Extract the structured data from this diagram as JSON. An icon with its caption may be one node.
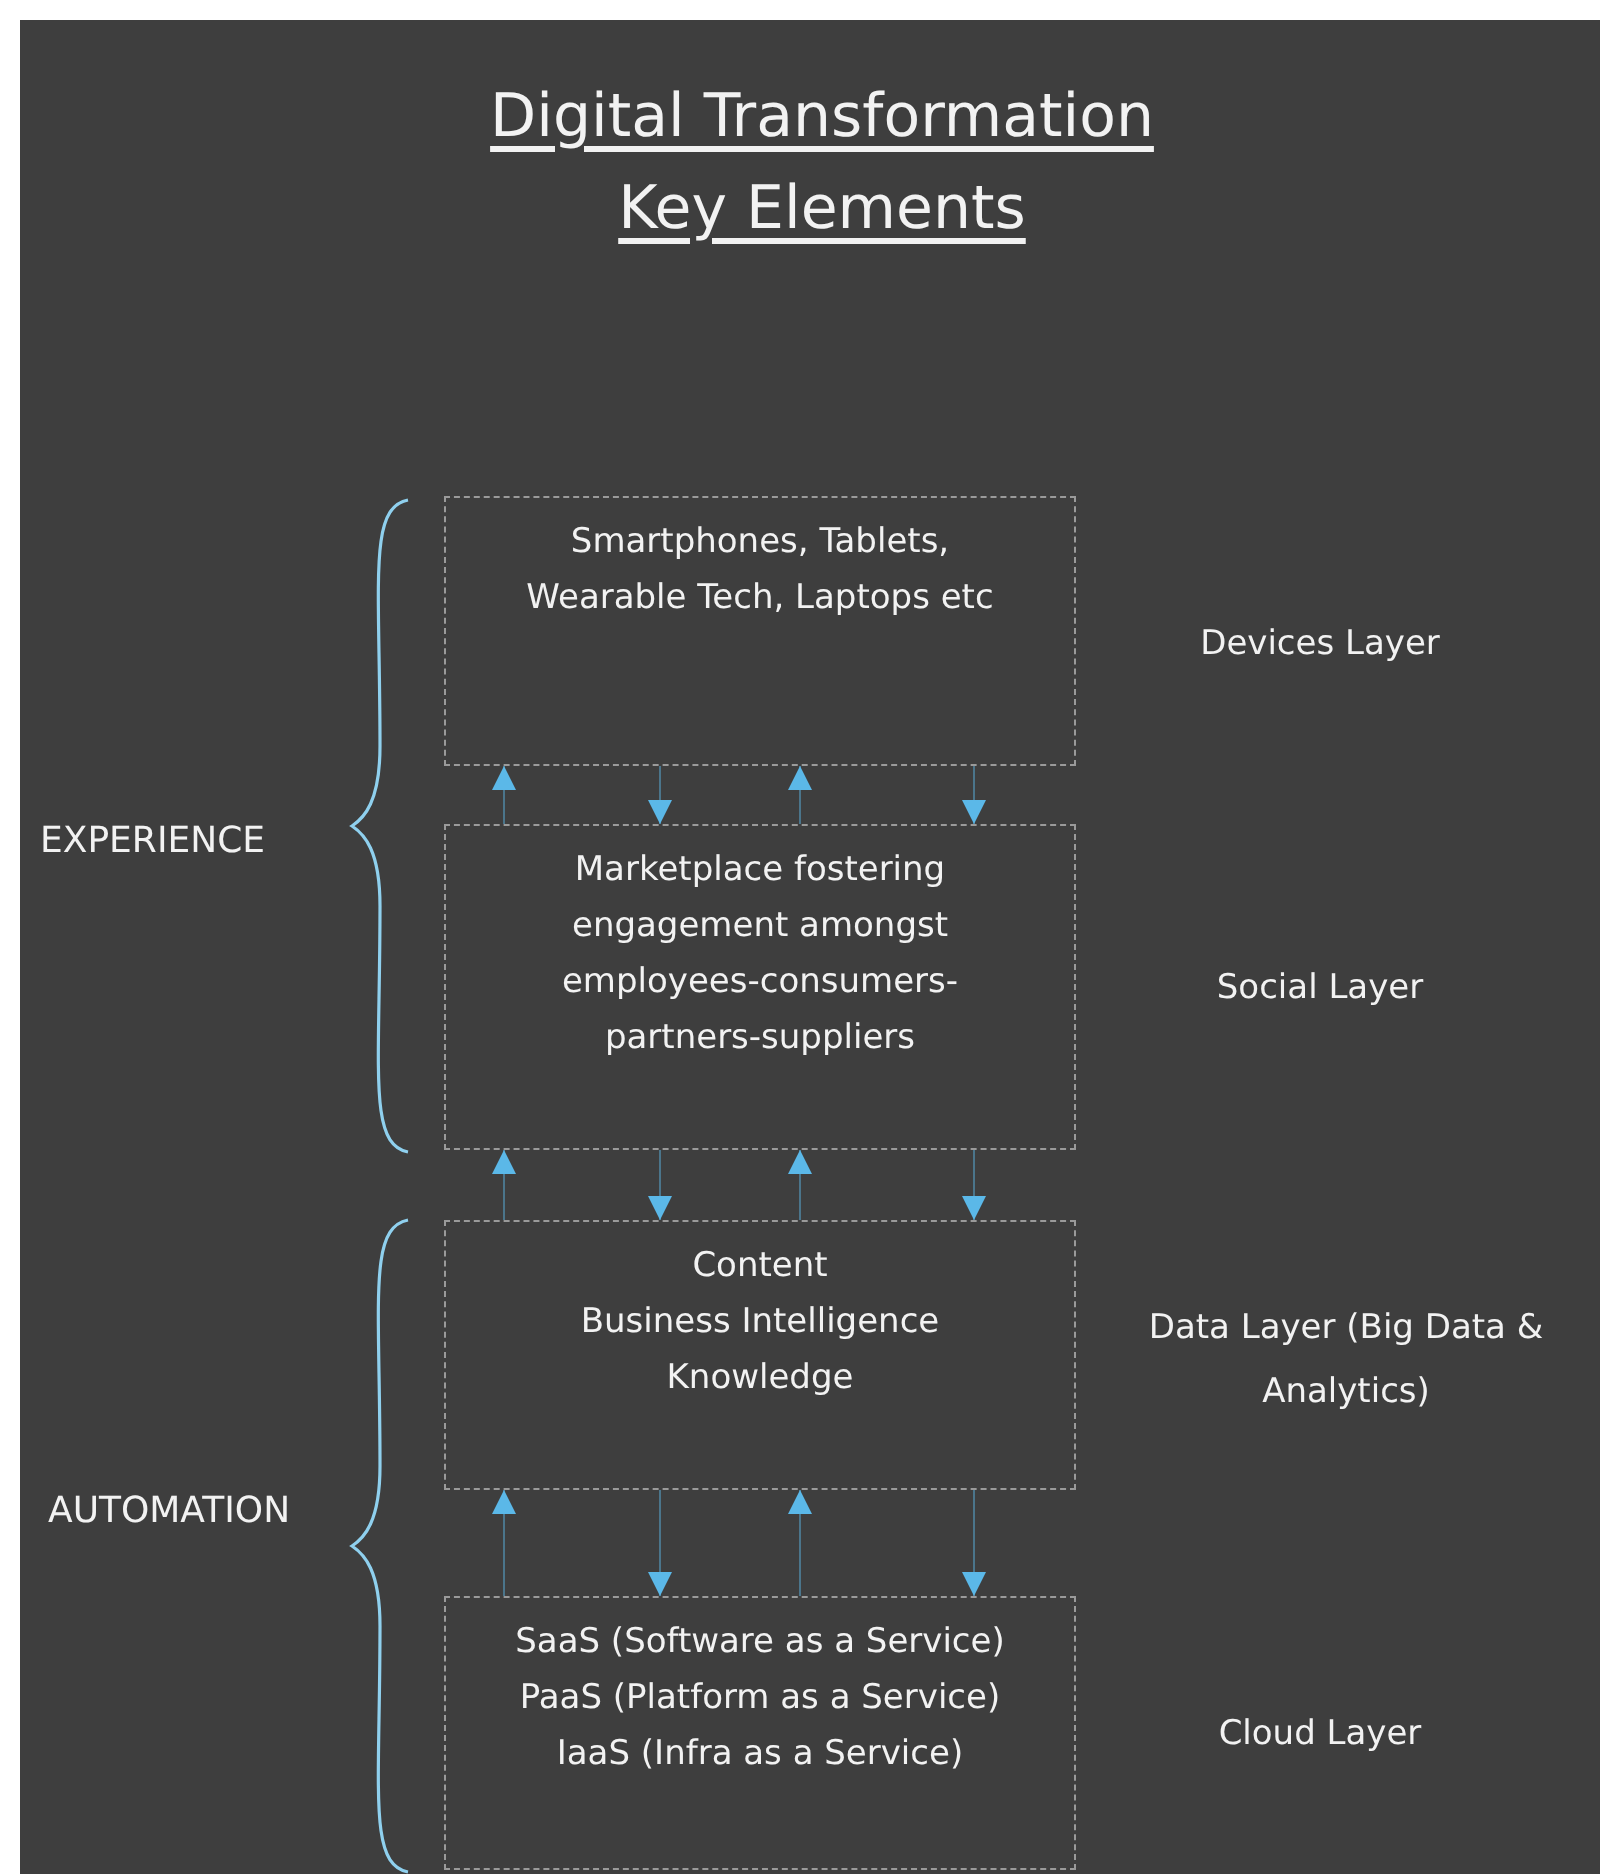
{
  "diagram": {
    "title": "Digital Transformation Key Elements",
    "nodes": [
      {
        "text": [
          "Smartphones, Tablets, Wearable Tech, Laptops etc"
        ]
      },
      {
        "text": [
          "Marketplace fostering engagement amongst employees-consumers-partners-suppliers"
        ]
      },
      {
        "text": [
          "Content",
          "Business Intelligence",
          "Knowledge"
        ],
        "beside": [
          "Data Layer (Big Data & Analytics)"
        ]
      },
      {
        "text": [
          "SaaS (Software as a Service)",
          "PaaS (Platform as a Service)",
          "IaaS (Infra as a Service)"
        ]
      }
    ],
    "edges": [
      {
        "from": 1,
        "to": 0,
        "arrow": "to"
      },
      {
        "from": 0,
        "to": 1,
        "arrow": "to"
      },
      {
        "from": 1,
        "to": 0,
        "arrow": "to"
      },
      {
        "from": 0,
        "to": 1,
        "arrow": "to"
      },
      {
        "from": 2,
        "to": 1,
        "arrow": "to"
      },
      {
        "from": 1,
        "to": 2,
        "arrow": "to"
      },
      {
        "from": 2,
        "to": 1,
        "arrow": "to"
      },
      {
        "from": 1,
        "to": 2,
        "arrow": "to"
      },
      {
        "from": 3,
        "to": 2,
        "arrow": "to"
      },
      {
        "from": 2,
        "to": 3,
        "arrow": "to"
      },
      {
        "from": 3,
        "to": 2,
        "arrow": "to"
      },
      {
        "from": 2,
        "to": 3,
        "arrow": "to"
      }
    ],
    "labels": [
      "Devices Layer",
      "EXPERIENCE",
      "Social Layer",
      "AUTOMATION",
      "Cloud Layer"
    ]
  }
}
